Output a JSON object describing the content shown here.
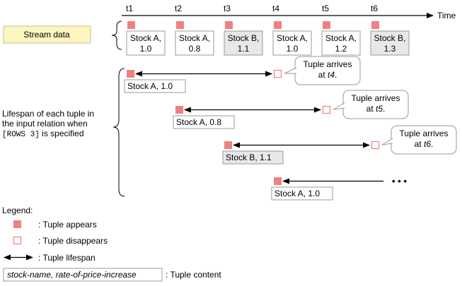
{
  "time_axis": {
    "label": "Time",
    "ticks": [
      "t1",
      "t2",
      "t3",
      "t4",
      "t5",
      "t6"
    ]
  },
  "stream_label": "Stream data",
  "stream_items": [
    {
      "name": "Stock A,",
      "value": "1.0",
      "shaded": false
    },
    {
      "name": "Stock A,",
      "value": "0.8",
      "shaded": false
    },
    {
      "name": "Stock B,",
      "value": "1.1",
      "shaded": true
    },
    {
      "name": "Stock A,",
      "value": "1.0",
      "shaded": false
    },
    {
      "name": "Stock A,",
      "value": "1.2",
      "shaded": false
    },
    {
      "name": "Stock B,",
      "value": "1.3",
      "shaded": true
    }
  ],
  "lifespan_label": {
    "line1": "Lifespan of each tuple in",
    "line2": "the input relation when",
    "code": "[ROWS 3]",
    "line3_rest": " is specified"
  },
  "lifespans": [
    {
      "label": "Stock A, 1.0",
      "shaded": false,
      "callout_line1": "Tuple arrives",
      "callout_prefix": "at ",
      "callout_time": "t4",
      "callout_suffix": "."
    },
    {
      "label": "Stock A, 0.8",
      "shaded": false,
      "callout_line1": "Tuple arrives",
      "callout_prefix": "at ",
      "callout_time": "t5",
      "callout_suffix": "."
    },
    {
      "label": "Stock B, 1.1",
      "shaded": true,
      "callout_line1": "Tuple arrives",
      "callout_prefix": "at ",
      "callout_time": "t6",
      "callout_suffix": "."
    },
    {
      "label": "Stock A, 1.0",
      "shaded": false
    }
  ],
  "ellipsis": "• • •",
  "legend": {
    "title": "Legend:",
    "appears": ": Tuple appears",
    "disappears": ": Tuple disappears",
    "lifespan": ": Tuple lifespan",
    "content_example": "stock-name, rate-of-price-increase",
    "content": ": Tuple content"
  },
  "colors": {
    "appear_fill": "#f08080",
    "disappear_stroke": "#f08080",
    "shaded_box": "#e8e8e8",
    "stream_label_bg": "#fdf5c0"
  }
}
